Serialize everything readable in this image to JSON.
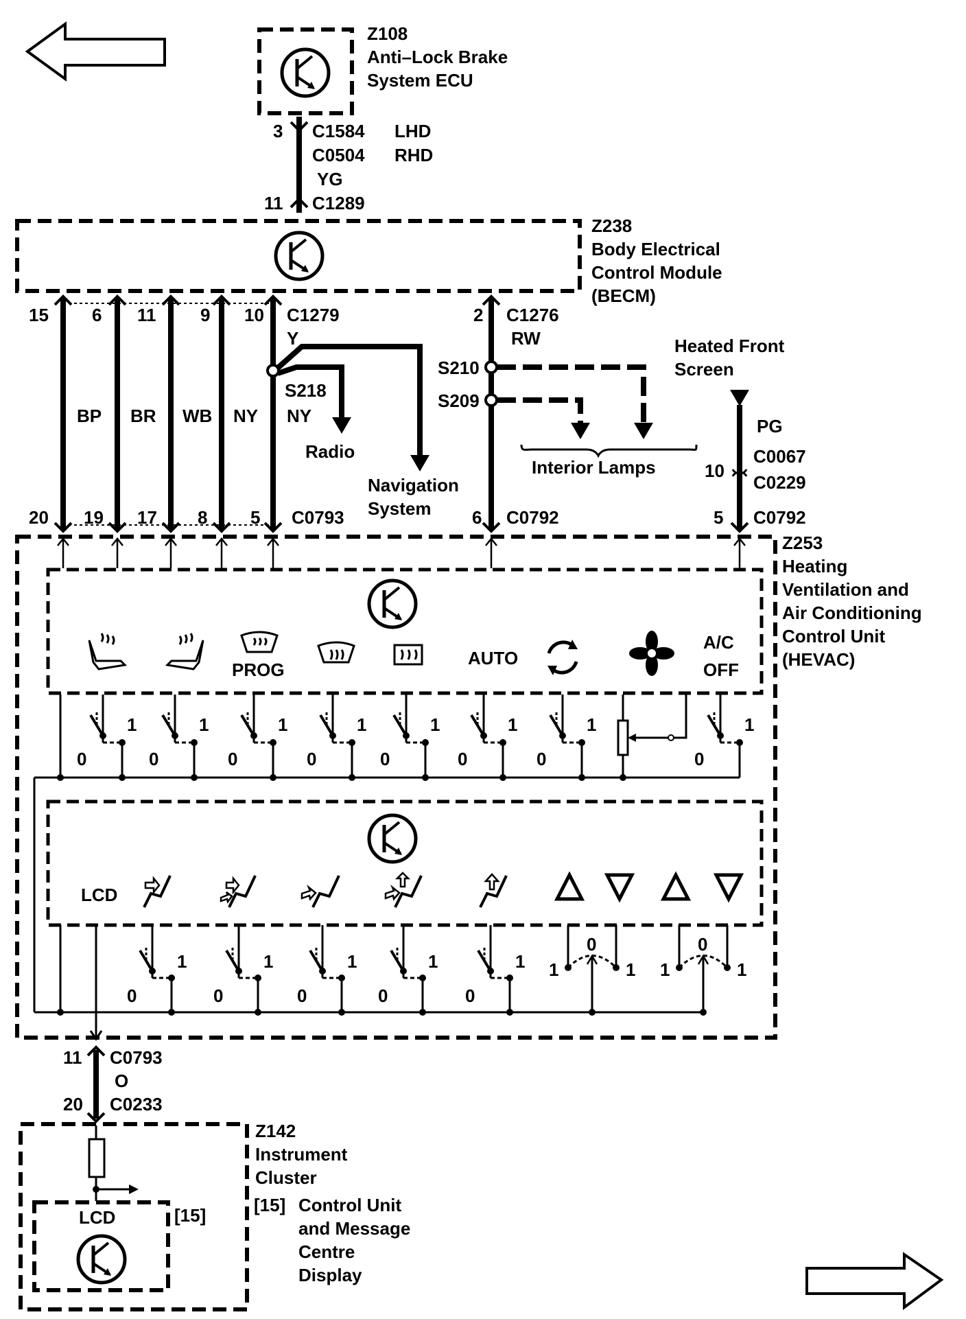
{
  "navigation": {
    "previous": "previous-page-arrow",
    "next": "next-page-arrow"
  },
  "components": {
    "z108": {
      "id": "Z108",
      "line1": "Anti–Lock Brake",
      "line2": "System ECU"
    },
    "z238": {
      "id": "Z238",
      "line1": "Body Electrical",
      "line2": "Control Module",
      "line3": "(BECM)"
    },
    "z253": {
      "id": "Z253",
      "line1": "Heating",
      "line2": "Ventilation and",
      "line3": "Air Conditioning",
      "line4": "Control Unit",
      "line5": "(HEVAC)"
    },
    "z142": {
      "id": "Z142",
      "line1": "Instrument",
      "line2": "Cluster"
    },
    "cluster_note": {
      "ref": "[15]",
      "line1": "Control Unit",
      "line2": "and Message",
      "line3": "Centre",
      "line4": "Display"
    },
    "lcd_box": {
      "label": "LCD",
      "ref": "[15]"
    }
  },
  "connectors": {
    "abs_top": {
      "pin": "3",
      "name1": "C1584",
      "note1": "LHD",
      "name2": "C0504",
      "note2": "RHD",
      "color": "YG"
    },
    "abs_bottom": {
      "pin": "11",
      "name": "C1289"
    },
    "becm_left": {
      "name": "C1279",
      "pins": [
        "15",
        "6",
        "11",
        "9",
        "10"
      ]
    },
    "becm_right": {
      "name": "C1276",
      "pin": "2",
      "color": "RW"
    },
    "hevac_left": {
      "name": "C0793",
      "pins": [
        "20",
        "19",
        "17",
        "8",
        "5"
      ]
    },
    "hevac_mid": {
      "name": "C0792",
      "pin": "6"
    },
    "heated_screen": {
      "name1": "C0067",
      "name2": "C0229",
      "pin": "10",
      "color": "PG"
    },
    "hevac_right": {
      "name": "C0792",
      "pin": "5"
    },
    "cluster_top": {
      "pin": "11",
      "name": "C0793",
      "color": "O"
    },
    "cluster_bottom": {
      "pin": "20",
      "name": "C0233"
    }
  },
  "wires": {
    "colors": [
      "BP",
      "BR",
      "WB",
      "NY"
    ],
    "y_label": "Y",
    "splice_s218": "S218",
    "ny_branch": "NY",
    "splice_s210": "S210",
    "splice_s209": "S209"
  },
  "destinations": {
    "radio": "Radio",
    "nav_line1": "Navigation",
    "nav_line2": "System",
    "interior_lamps": "Interior Lamps",
    "heated_line1": "Heated Front",
    "heated_line2": "Screen"
  },
  "panel_top": {
    "prog": "PROG",
    "auto": "AUTO",
    "ac_line1": "A/C",
    "ac_line2": "OFF",
    "icons": [
      "seat-heater-left-icon",
      "seat-heater-right-icon",
      "windscreen-heat-icon",
      "front-demist-icon",
      "rear-window-heat-icon",
      "recirculation-icon",
      "fan-icon"
    ]
  },
  "panel_bottom": {
    "lcd": "LCD",
    "icons": [
      "vent-face-icon",
      "vent-face-feet-icon",
      "vent-feet-icon",
      "vent-feet-screen-icon",
      "vent-screen-icon",
      "temp-up-left-icon",
      "temp-down-left-icon",
      "temp-up-right-icon",
      "temp-down-right-icon"
    ]
  },
  "switch_states": {
    "off": "0",
    "on": "1"
  }
}
